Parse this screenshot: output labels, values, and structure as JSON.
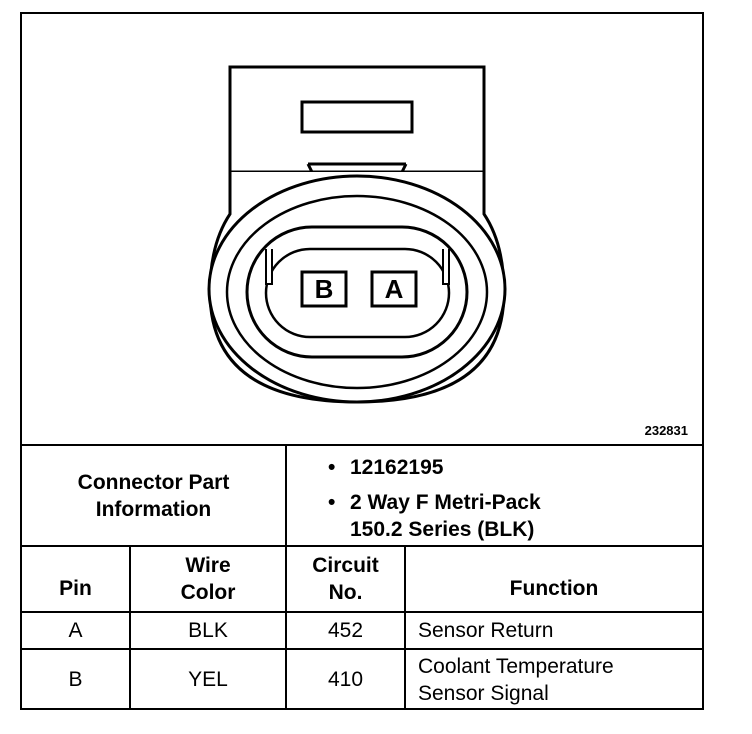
{
  "figure_number": "232831",
  "connector": {
    "pins": [
      "B",
      "A"
    ]
  },
  "part_info": {
    "header_line1": "Connector Part",
    "header_line2": "Information",
    "items": [
      {
        "line1": "12162195",
        "line2": ""
      },
      {
        "line1": "2 Way F Metri-Pack",
        "line2": "150.2 Series (BLK)"
      }
    ]
  },
  "table": {
    "headers": {
      "pin": "Pin",
      "wire_color_1": "Wire",
      "wire_color_2": "Color",
      "circuit_1": "Circuit",
      "circuit_2": "No.",
      "function": "Function"
    },
    "rows": [
      {
        "pin": "A",
        "color": "BLK",
        "circuit": "452",
        "function_1": "Sensor Return",
        "function_2": ""
      },
      {
        "pin": "B",
        "color": "YEL",
        "circuit": "410",
        "function_1": "Coolant Temperature",
        "function_2": "Sensor Signal"
      }
    ]
  }
}
